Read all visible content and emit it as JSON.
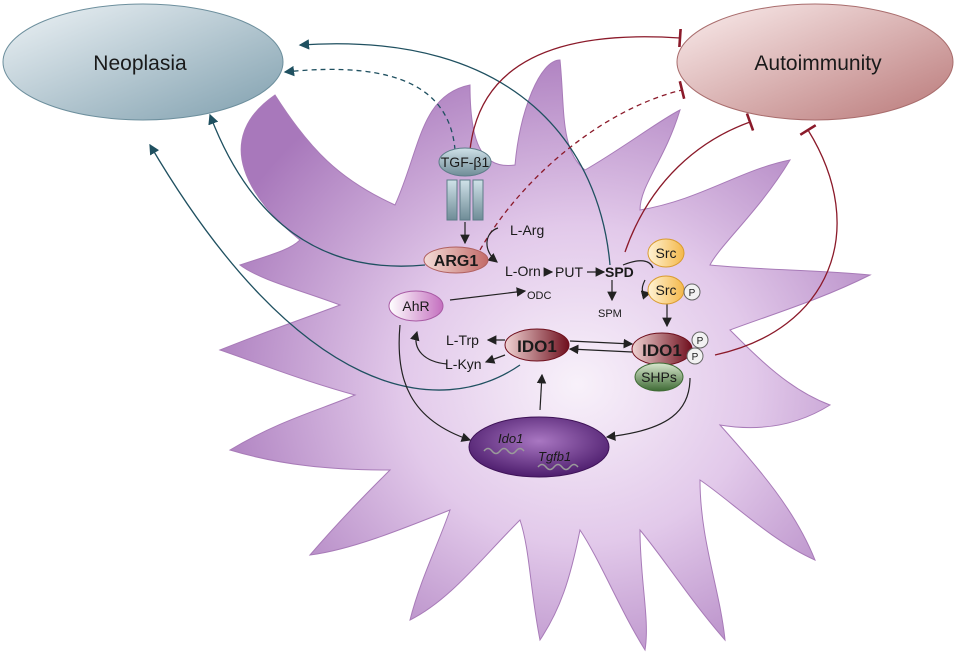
{
  "outcomes": {
    "neoplasia": "Neoplasia",
    "autoimmunity": "Autoimmunity"
  },
  "receptor": {
    "ligand": "TGF-β1"
  },
  "nodes": {
    "arg1": "ARG1",
    "l_arg": "L-Arg",
    "l_orn": "L-Orn",
    "odc": "ODC",
    "put": "PUT",
    "spd": "SPD",
    "spm": "SPM",
    "src": "Src",
    "src_p": "Src",
    "phospho": "P",
    "ahr": "AhR",
    "l_trp": "L-Trp",
    "l_kyn": "L-Kyn",
    "ido1": "IDO1",
    "ido1_p": "IDO1",
    "shps": "SHPs"
  },
  "nucleus": {
    "gene1": "Ido1",
    "gene2": "Tgfb1"
  },
  "colors": {
    "cell": "#c7a0d3",
    "cell_edge": "#a87bb8",
    "nucleus": "#6a2f8e",
    "promote_arrow": "#1f5060",
    "inhibit_arrow": "#8b1a2a",
    "neoplasia_fill": "#8fadbb",
    "autoimmunity_fill": "#c98b8b"
  }
}
